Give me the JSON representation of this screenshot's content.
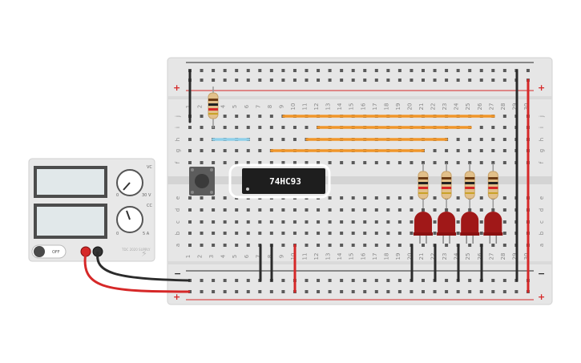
{
  "chip": {
    "label": "74HC93"
  },
  "breadboard": {
    "columns": [
      "1",
      "2",
      "3",
      "4",
      "5",
      "6",
      "7",
      "8",
      "9",
      "10",
      "11",
      "12",
      "13",
      "14",
      "15",
      "16",
      "17",
      "18",
      "19",
      "20",
      "21",
      "22",
      "23",
      "24",
      "25",
      "26",
      "27",
      "28",
      "29",
      "30"
    ],
    "rows_top": [
      "j",
      "i",
      "h",
      "g",
      "f"
    ],
    "rows_bottom": [
      "e",
      "d",
      "c",
      "b",
      "a"
    ],
    "plus": "+",
    "minus": "−"
  },
  "power_supply": {
    "off_label": "OFF",
    "vc_label": "VC",
    "vmax": "30 V",
    "cc_label": "CC",
    "imax": "5 A",
    "zero": "0",
    "model": "TDC 2020 SUPPLY",
    "knobs": [
      {
        "id": "voltage",
        "name": "voltage-knob"
      },
      {
        "id": "current",
        "name": "current-knob"
      }
    ]
  },
  "colors": {
    "board": "#e6e6e6",
    "board_edge": "#d2d2d2",
    "red_rail": "#d62828",
    "black_rail": "#2b2b2b",
    "wire_orange": "#f0962a",
    "wire_blue": "#8fd0ea",
    "led_red": "#a01818",
    "chip": "#1e1e1e"
  }
}
